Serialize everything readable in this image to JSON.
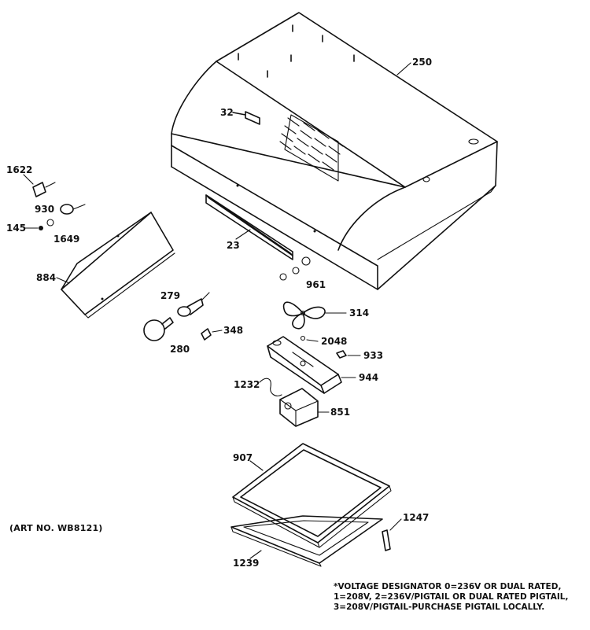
{
  "art_number": "(ART NO. WB8121)",
  "voltage_note": [
    "*VOLTAGE DESIGNATOR 0=236V OR DUAL RATED,",
    "1=208V, 2=236V/PIGTAIL OR DUAL RATED PIGTAIL,",
    "3=208V/PIGTAIL-PURCHASE PIGTAIL LOCALLY."
  ],
  "part_labels": {
    "p250": "250",
    "p32": "32",
    "p1622": "1622",
    "p930": "930",
    "p145": "145",
    "p1649": "1649",
    "p884": "884",
    "p23": "23",
    "p961": "961",
    "p279": "279",
    "p314": "314",
    "p2048": "2048",
    "p348": "348",
    "p280": "280",
    "p933": "933",
    "p944": "944",
    "p1232": "1232",
    "p851": "851",
    "p907": "907",
    "p1247": "1247",
    "p1239": "1239"
  }
}
